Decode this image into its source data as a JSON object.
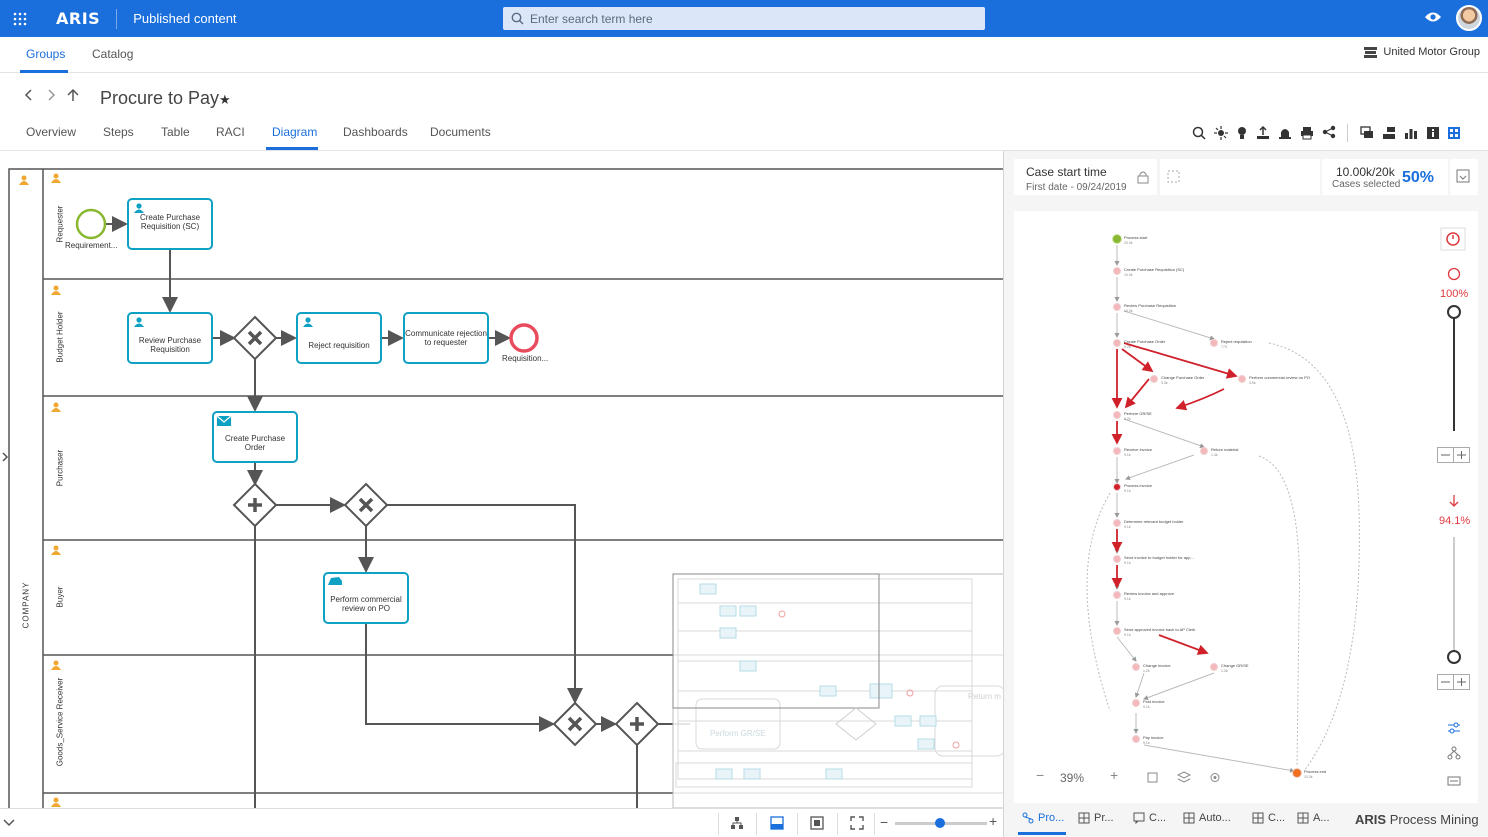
{
  "app": {
    "logo": "ARIS",
    "section": "Published content",
    "search_placeholder": "Enter search term here",
    "org": "United Motor Group"
  },
  "nav": {
    "tabs": [
      "Groups",
      "Catalog"
    ],
    "active": "Groups"
  },
  "page": {
    "title": "Procure to Pay",
    "star": "★"
  },
  "tabs": {
    "items": [
      "Overview",
      "Steps",
      "Table",
      "RACI",
      "Diagram",
      "Dashboards",
      "Documents"
    ],
    "active": "Diagram"
  },
  "diagram": {
    "pool": "COMPANY",
    "lanes": [
      "Requester",
      "Budget Holder",
      "Purchaser",
      "Buyer",
      "Goods_Service Receiver"
    ],
    "events": {
      "start": "Requirement...",
      "end": "Requisition..."
    },
    "tasks": {
      "create_sc": "Create Purchase Requisition (SC)",
      "review_pr": "Review Purchase Requisition",
      "reject": "Reject requisition",
      "communicate": "Communicate rejection to requester",
      "create_po": "Create Purchase Order",
      "commercial": "Perform commercial review on PO"
    },
    "minimap_task": "Perform GR/SE",
    "minimap_end": "Return m"
  },
  "mining": {
    "filter_label": "Case start time",
    "filter_sub": "First date - 09/24/2019",
    "cases": "10.00k/20k",
    "cases_label": "Cases selected",
    "cases_pct": "50%",
    "slider_top_pct": "100%",
    "slider_bottom_pct": "94.1%",
    "zoom": "39%",
    "tabs": [
      "Pro...",
      "Pr...",
      "C...",
      "Auto...",
      "C...",
      "A..."
    ],
    "brand_bold": "ARIS",
    "brand_rest": "Process Mining",
    "nodes": [
      {
        "label": "Process start",
        "count": "20.0k"
      },
      {
        "label": "Create Purchase Requisition (SC)",
        "count": "10.0k"
      },
      {
        "label": "Review Purchase Requisition",
        "count": "10.0k"
      },
      {
        "label": "Create Purchase Order",
        "count": "9.2k"
      },
      {
        "label": "Reject requisition",
        "count": "773"
      },
      {
        "label": "Change Purchase Order",
        "count": "3.3k"
      },
      {
        "label": "Perform commercial review on PO",
        "count": "3.5k"
      },
      {
        "label": "Perform GR/SE",
        "count": "9.2k"
      },
      {
        "label": "Receive invoice",
        "count": "9.1k"
      },
      {
        "label": "Return material",
        "count": "1.4k"
      },
      {
        "label": "Process invoice",
        "count": "9.1k"
      },
      {
        "label": "Determine relevant budget holder",
        "count": "9.1k"
      },
      {
        "label": "Send invoice to budget holder for app...",
        "count": "9.1k"
      },
      {
        "label": "Review invoice and approve",
        "count": "9.1k"
      },
      {
        "label": "Send approved invoice back to AP Clerk",
        "count": "9.1k"
      },
      {
        "label": "Change invoice",
        "count": "1.2k"
      },
      {
        "label": "Change GR/SE",
        "count": "1.3k"
      },
      {
        "label": "Post invoice",
        "count": "9.1k"
      },
      {
        "label": "Pay invoice",
        "count": "9.1k"
      },
      {
        "label": "Process end",
        "count": "10.0k"
      }
    ]
  }
}
